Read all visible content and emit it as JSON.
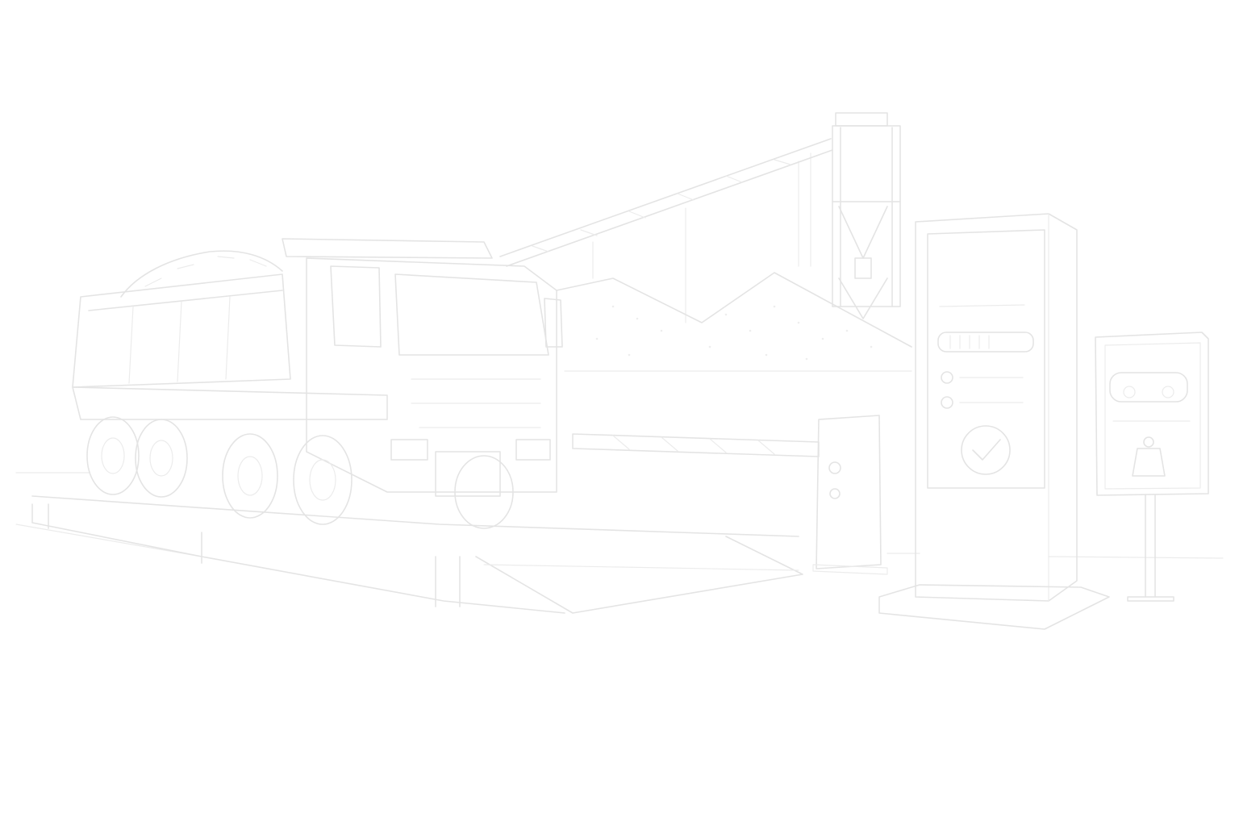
{
  "scene": {
    "background_color": "#ffffff",
    "line_color": "#e4e4e4",
    "elements": [
      "dump-truck",
      "weighbridge-platform",
      "conveyor-belt",
      "material-silo",
      "aggregate-piles",
      "barrier-gate",
      "weighing-terminal",
      "truck-weight-sign"
    ],
    "terminal_icons": [
      "slider-bar",
      "radio-options",
      "checkmark-icon"
    ],
    "sign_icons": [
      "truck-icon",
      "weight-icon"
    ]
  }
}
